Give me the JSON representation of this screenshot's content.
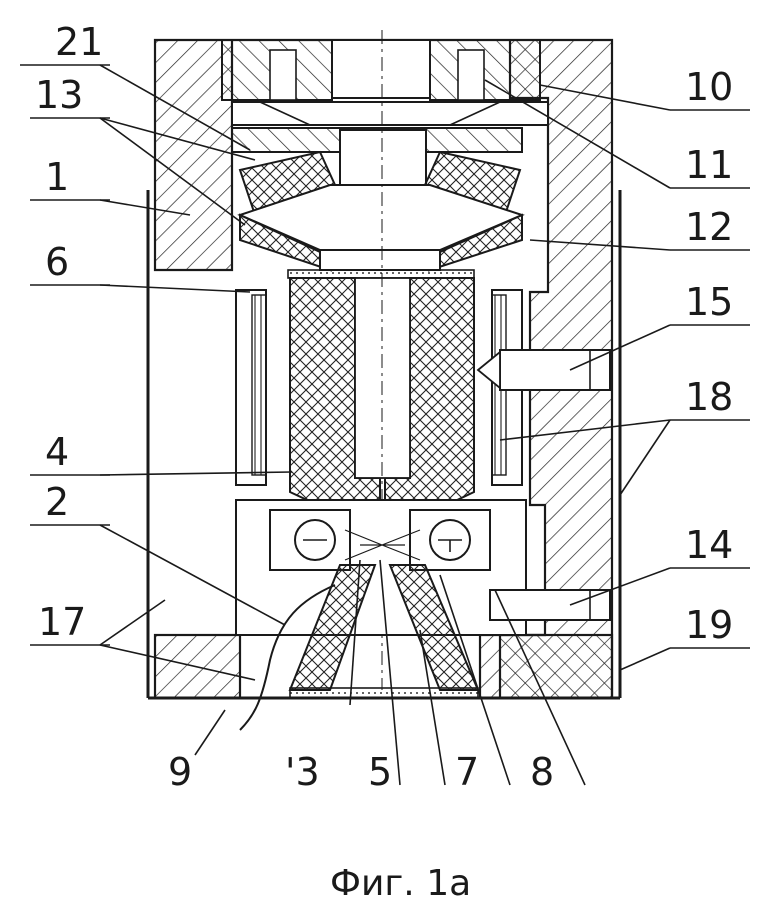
{
  "figure": {
    "caption": "Фиг. 1а",
    "labels": {
      "l21": "21",
      "l13a": "13",
      "l1": "1",
      "l6": "6",
      "l4": "4",
      "l2": "2",
      "l17": "17",
      "l10": "10",
      "l11": "11",
      "l12": "12",
      "l15": "15",
      "l18": "18",
      "l14": "14",
      "l19": "19",
      "l9": "9",
      "l3": "'3",
      "l5": "5",
      "l7": "7",
      "l8": "8"
    }
  }
}
